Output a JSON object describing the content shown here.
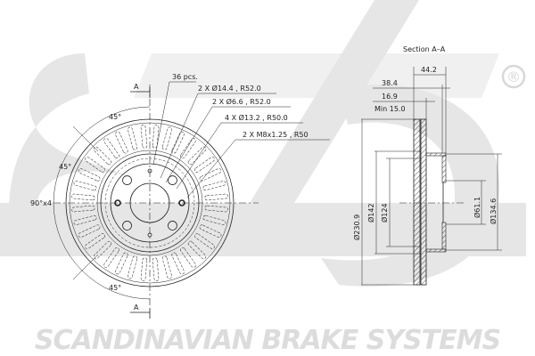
{
  "front_view": {
    "section_marker_top": "A",
    "section_marker_bottom": "A",
    "vent_count": "36 pcs.",
    "holes": [
      "2 X Ø14.4 , R52.0",
      "2 X Ø6.6 , R52.0",
      "4 X Ø13.2 , R50.0",
      "2 X M8x1.25 , R50"
    ],
    "angles": {
      "top": "45°",
      "upper_left": "45°",
      "left": "90°x4",
      "bottom": "45°"
    }
  },
  "section_view": {
    "title": "Section A–A",
    "dims": {
      "overall_height": "44.2",
      "hat_depth": "38.4",
      "thickness": "16.9",
      "min_thickness": "Min 15.0",
      "outer_diameter": "Ø230.9",
      "d142": "Ø142",
      "d124": "Ø124",
      "bore": "Ø61.1",
      "hat_diameter": "Ø134.6"
    }
  },
  "branding": {
    "wordmark": "SCANDINAVIAN BRAKE SYSTEMS",
    "registered": "®",
    "logo_text": "sbs"
  }
}
